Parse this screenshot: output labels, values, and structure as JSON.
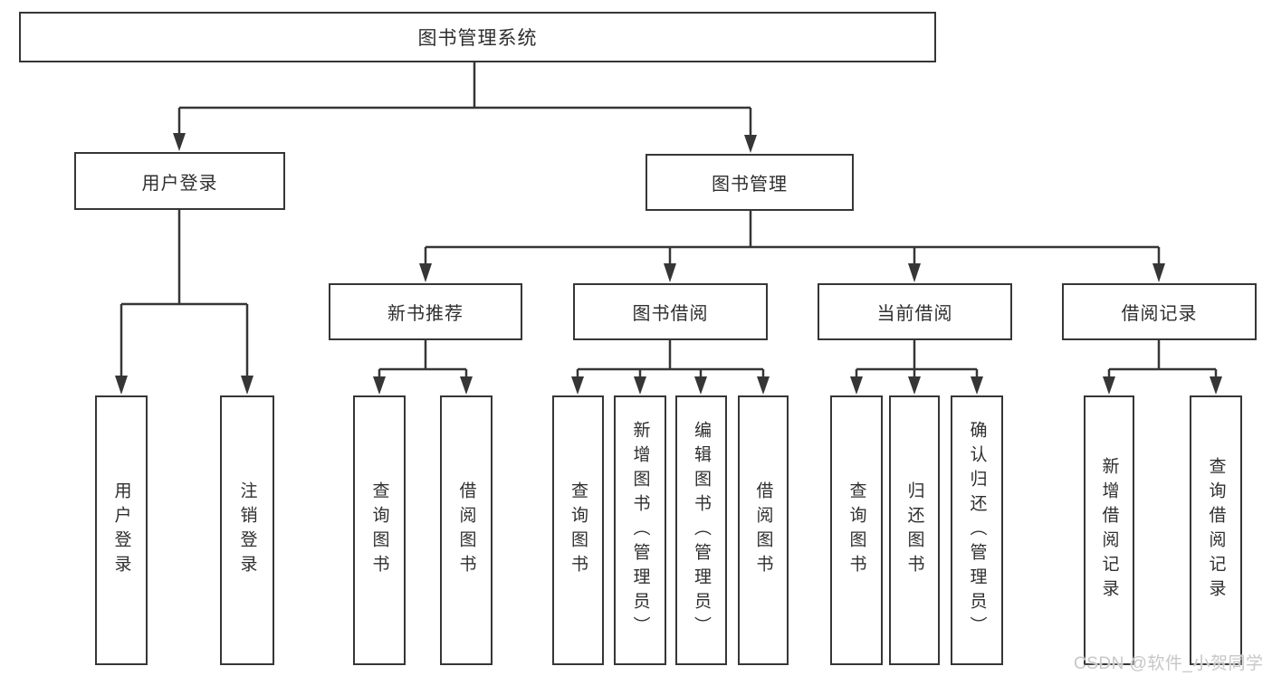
{
  "diagram": {
    "tree": {
      "label": "图书管理系统",
      "children": [
        {
          "label": "用户登录",
          "children": [
            {
              "label": "用户登录"
            },
            {
              "label": "注销登录"
            }
          ]
        },
        {
          "label": "图书管理",
          "children": [
            {
              "label": "新书推荐",
              "children": [
                {
                  "label": "查询图书"
                },
                {
                  "label": "借阅图书"
                }
              ]
            },
            {
              "label": "图书借阅",
              "children": [
                {
                  "label": "查询图书"
                },
                {
                  "label": "新增图书（管理员）"
                },
                {
                  "label": "编辑图书（管理员）"
                },
                {
                  "label": "借阅图书"
                }
              ]
            },
            {
              "label": "当前借阅",
              "children": [
                {
                  "label": "查询图书"
                },
                {
                  "label": "归还图书"
                },
                {
                  "label": "确认归还（管理员）"
                }
              ]
            },
            {
              "label": "借阅记录",
              "children": [
                {
                  "label": "新增借阅记录"
                },
                {
                  "label": "查询借阅记录"
                }
              ]
            }
          ]
        }
      ]
    },
    "line_color": "#363636"
  },
  "watermark": {
    "text": "CSDN @软件_小贺同学"
  }
}
